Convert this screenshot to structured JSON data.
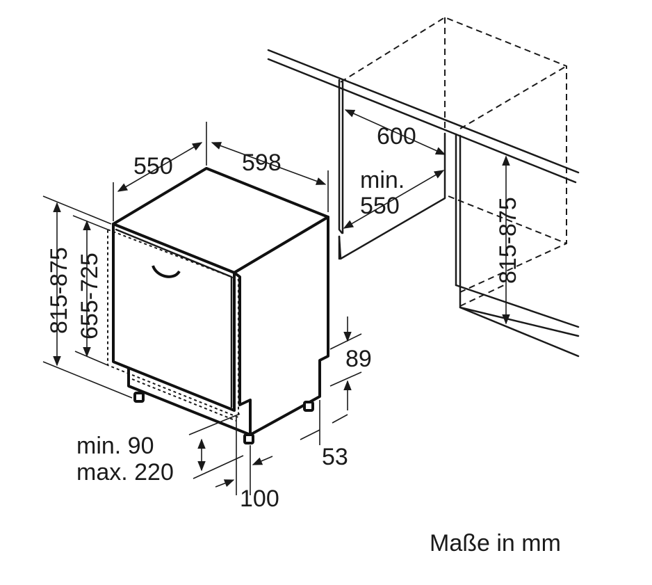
{
  "labels": {
    "depth_appliance": "550",
    "width_appliance": "598",
    "niche_width": "600",
    "niche_depth_line1": "min.",
    "niche_depth_line2": "550",
    "niche_height": "815-875",
    "height_total": "815-875",
    "height_door": "655-725",
    "plinth_height": "89",
    "foot_height": "53",
    "plinth_range_line1": "min. 90",
    "plinth_range_line2": "max. 220",
    "plinth_depth": "100",
    "units_note": "Maße in mm"
  }
}
